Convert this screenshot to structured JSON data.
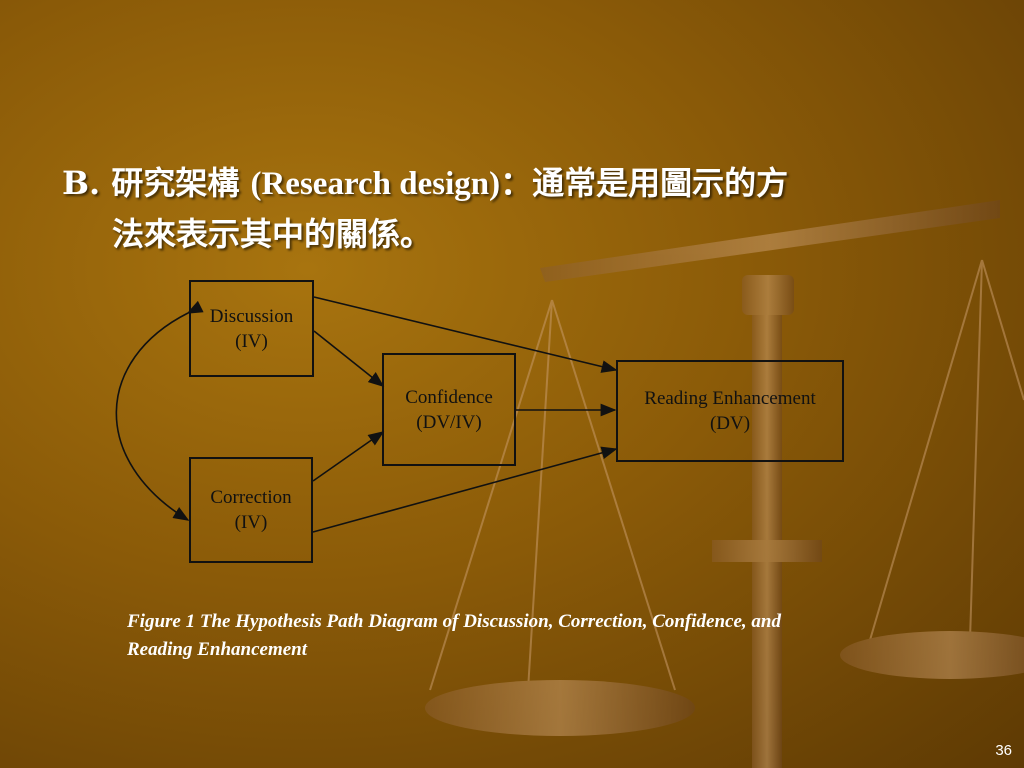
{
  "heading": {
    "prefix": "B.",
    "zh1": "研究架構",
    "en": "(Research design)",
    "zh2": "：通常是用圖示的方",
    "line2": "法來表示其中的關係。"
  },
  "nodes": {
    "discussion": {
      "name": "Discussion",
      "role": "(IV)"
    },
    "correction": {
      "name": "Correction",
      "role": "(IV)"
    },
    "confidence": {
      "name": "Confidence",
      "role": "(DV/IV)"
    },
    "reading": {
      "name": "Reading Enhancement",
      "role": "(DV)"
    }
  },
  "caption": {
    "line1": "Figure 1  The Hypothesis Path Diagram of Discussion, Correction, Confidence, and",
    "line2": "Reading Enhancement"
  },
  "page_number": "36",
  "colors": {
    "background": "#8a5a08",
    "text": "#ffffff",
    "lines": "#111111"
  }
}
